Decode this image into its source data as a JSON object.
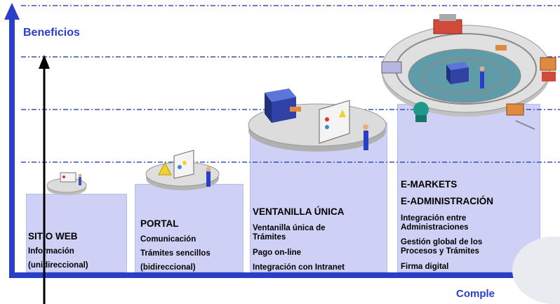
{
  "axes": {
    "y_label": "Beneficios",
    "x_label": "Comple"
  },
  "columns": [
    {
      "title": "SITIO WEB",
      "lines": [
        "Información",
        "(unidireccional)"
      ]
    },
    {
      "title": "PORTAL",
      "lines": [
        "Comunicación",
        "Trámites sencillos",
        "(bidireccional)"
      ]
    },
    {
      "title": "VENTANILLA ÚNICA",
      "lines": [
        "Ventanilla única de",
        "Trámites",
        "Pago on-line",
        "Integración con Intranet"
      ]
    },
    {
      "title": "E-MARKETS",
      "title2": "E-ADMINISTRACIÓN",
      "lines": [
        "Integración entre",
        "Administraciones",
        "Gestión global de los",
        "Procesos y Trámites",
        "Firma digital"
      ]
    }
  ],
  "colors": {
    "axis": "#2a3fc9",
    "column": "#cfd0f5",
    "dashes": "#3a4fb8"
  }
}
